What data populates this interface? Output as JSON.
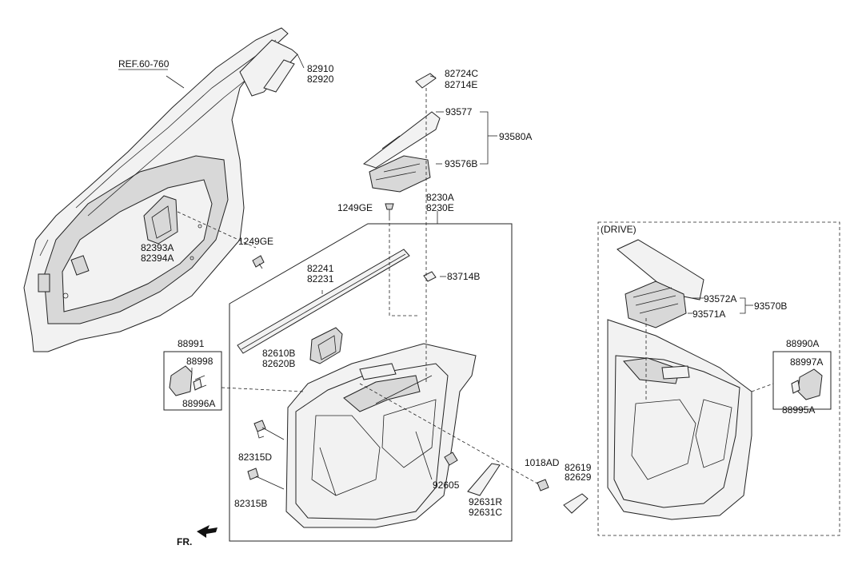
{
  "labels": {
    "ref": "REF.60-760",
    "p82910": "82910",
    "p82920": "82920",
    "p82724C": "82724C",
    "p82714E": "82714E",
    "p93577": "93577",
    "p93580A": "93580A",
    "p93576B": "93576B",
    "p8230A": "8230A",
    "p8230E": "8230E",
    "p1249GE_top": "1249GE",
    "p82393A": "82393A",
    "p82394A": "82394A",
    "p1249GE_left": "1249GE",
    "p82241": "82241",
    "p82231": "82231",
    "p83714B": "83714B",
    "p88991": "88991",
    "p88998": "88998",
    "p88996A": "88996A",
    "p82610B": "82610B",
    "p82620B": "82620B",
    "p82315D": "82315D",
    "p82315B": "82315B",
    "p92605": "92605",
    "p92631R": "92631R",
    "p92631C": "92631C",
    "p1018AD": "1018AD",
    "p82619": "82619",
    "p82629": "82629",
    "fr": "FR.",
    "drive": "(DRIVE)",
    "p93572A": "93572A",
    "p93570B": "93570B",
    "p93571A": "93571A",
    "p88990A": "88990A",
    "p88997A": "88997A",
    "p88995A": "88995A"
  },
  "icons": {
    "fr_arrow": "arrow-icon"
  }
}
